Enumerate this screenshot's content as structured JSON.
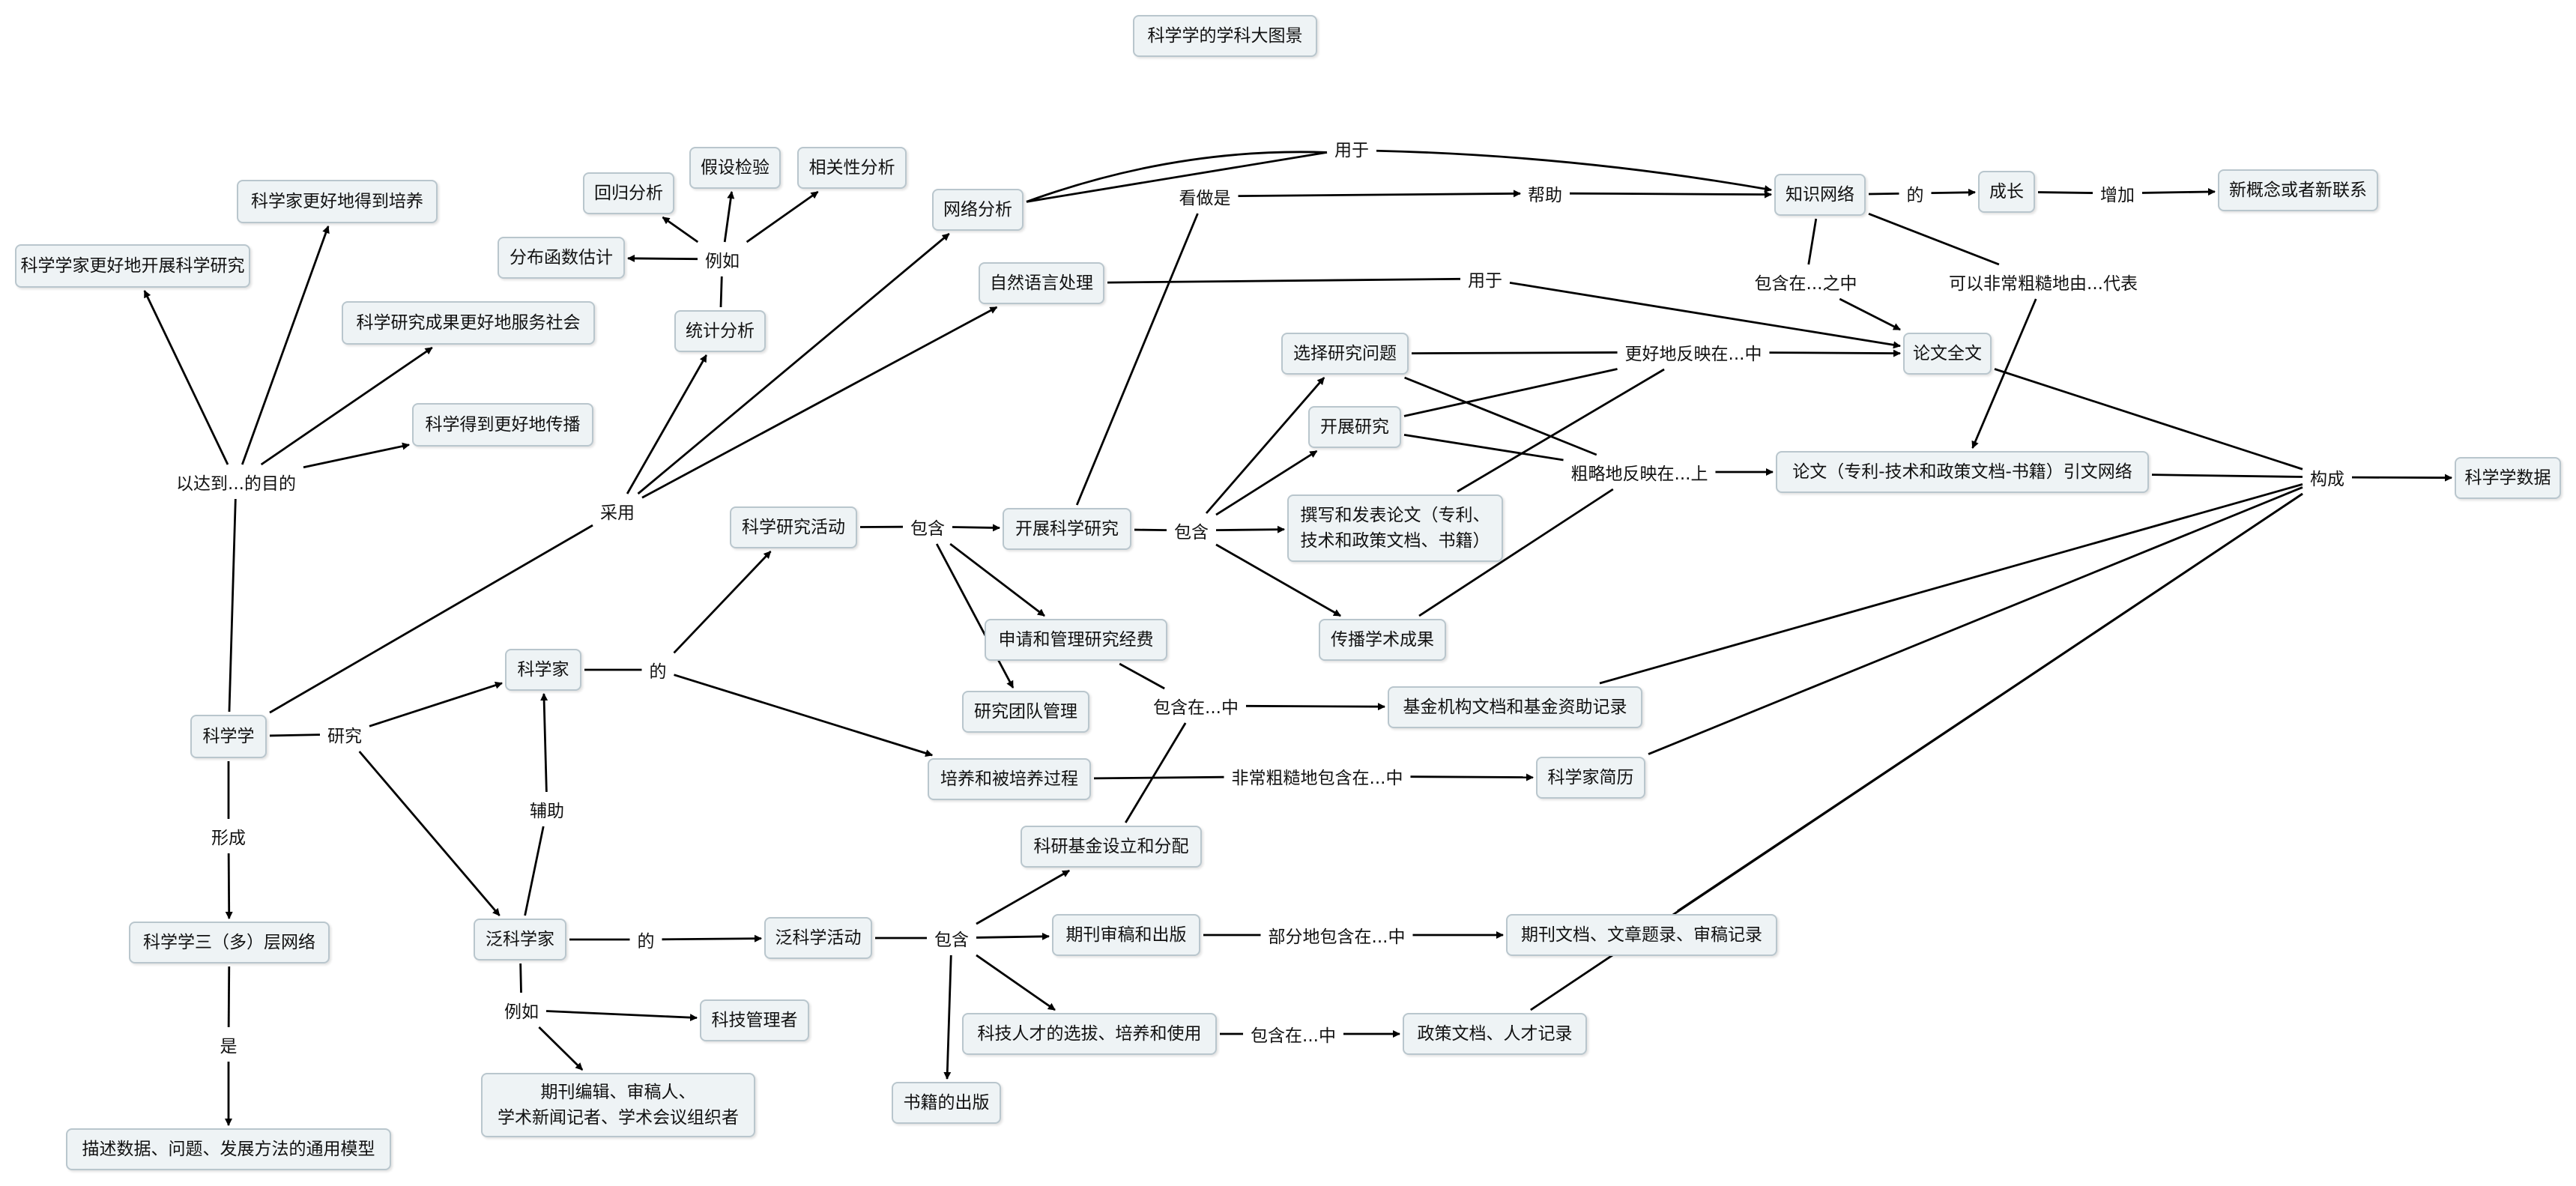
{
  "title": "科学学的学科大图景",
  "nodes": {
    "n_title": "科学学的学科大图景",
    "n_kxx": "科学学",
    "n_pxkx": "科学学家更好地开展科学研究",
    "n_pyang": "科学家更好地得到培养",
    "n_fwsh": "科学研究成果更好地服务社会",
    "n_cb": "科学得到更好地传播",
    "n_sanceng": "科学学三（多）层网络",
    "n_model": "描述数据、问题、发展方法的通用模型",
    "n_kxj": "科学家",
    "n_fkxj": "泛科学家",
    "n_kjgl": "科技管理者",
    "n_bianji": "期刊编辑、审稿人、\n学术新闻记者、学术会议组织者",
    "n_hdong": "科学研究活动",
    "n_pyguo": "培养和被培养过程",
    "n_fhd": "泛科学活动",
    "n_sqjf": "申请和管理研究经费",
    "n_tdgl": "研究团队管理",
    "n_kzyj": "开展科学研究",
    "n_xzwt": "选择研究问题",
    "n_kzyj2": "开展研究",
    "n_zxfb": "撰写和发表论文（专利、\n技术和政策文档、书籍）",
    "n_cbxs": "传播学术成果",
    "n_kyjj": "科研基金设立和分配",
    "n_qksg": "期刊审稿和出版",
    "n_kjrc": "科技人才的选拔、培养和使用",
    "n_shuji": "书籍的出版",
    "n_jjwd": "基金机构文档和基金资助记录",
    "n_jianli": "科学家简历",
    "n_qkwd": "期刊文档、文章题录、审稿记录",
    "n_zcwd": "政策文档、人才记录",
    "n_lwqw": "论文全文",
    "n_yywl": "论文（专利-技术和政策文档-书籍）引文网络",
    "n_zswl": "知识网络",
    "n_cz": "成长",
    "n_xgn": "新概念或者新联系",
    "n_kxxsj": "科学学数据",
    "n_wlfx": "网络分析",
    "n_zrfx": "自然语言处理",
    "n_tjfx": "统计分析",
    "n_hgfx": "回归分析",
    "n_jsjy": "假设检验",
    "n_xgx": "相关性分析",
    "n_fbgj": "分布函数估计"
  },
  "labels": {
    "l_yida": "以达到...的目的",
    "l_yanjiu": "研究",
    "l_xingcheng": "形成",
    "l_shi": "是",
    "l_caiyong": "采用",
    "l_de1": "的",
    "l_fuzhu": "辅助",
    "l_de2": "的",
    "l_liru2": "例如",
    "l_baohan1": "包含",
    "l_baohan2": "包含",
    "l_baohan3": "包含",
    "l_kanzuo": "看做是",
    "l_bangzhu": "帮助",
    "l_yongyu1": "用于",
    "l_yongyu2": "用于",
    "l_de3": "的",
    "l_zengjia": "增加",
    "l_bhzz": "包含在...之中",
    "l_kyfcc": "可以非常粗糙地由...代表",
    "l_gengfy": "更好地反映在...中",
    "l_cuole": "粗略地反映在...上",
    "l_bhz": "包含在...中",
    "l_fccl": "非常粗糙地包含在...中",
    "l_bfbh": "部分地包含在...中",
    "l_bhz2": "包含在...中",
    "l_goucheng": "构成",
    "l_liru1": "例如"
  },
  "colors": {
    "node_fill": "#eef3f5",
    "node_border": "#b9c6cd",
    "edge": "#000000",
    "background": "#ffffff"
  }
}
